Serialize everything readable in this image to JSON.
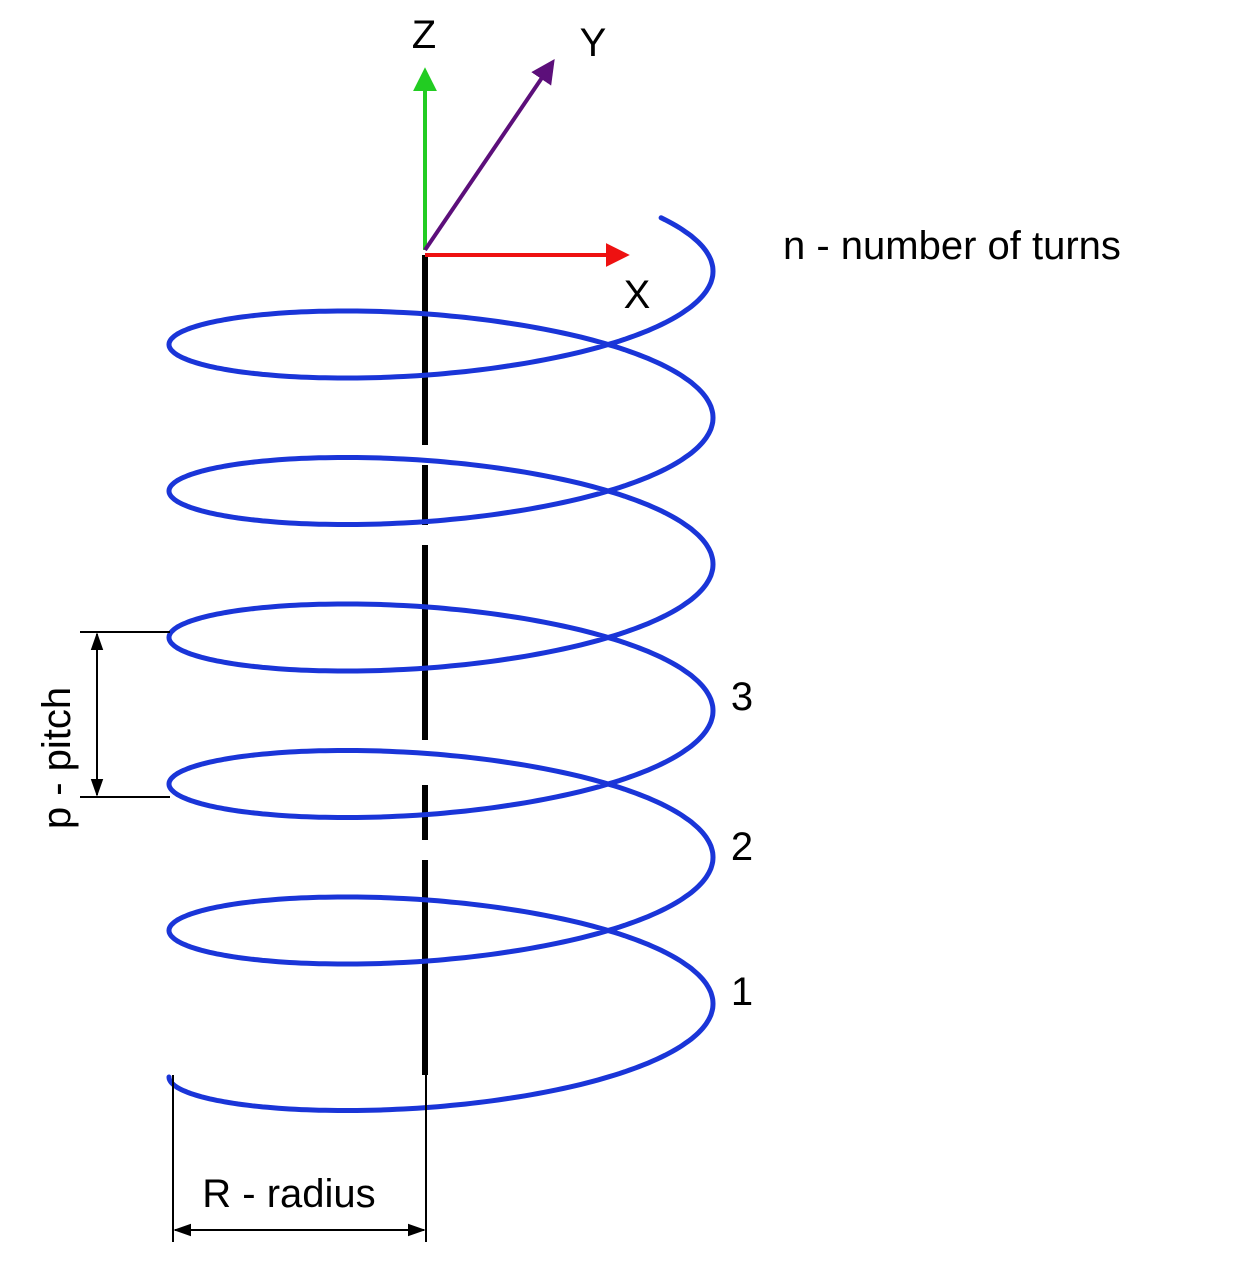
{
  "axes": {
    "z_label": "Z",
    "y_label": "Y",
    "x_label": "X",
    "colors": {
      "z": "#22cc22",
      "y": "#5c0f7a",
      "x": "#ee1111"
    }
  },
  "helix": {
    "color": "#1a35d8",
    "axis_color": "#000000"
  },
  "labels": {
    "turns_legend": "n - number of turns",
    "pitch": "p - pitch",
    "radius": "R - radius",
    "turn_numbers": [
      "1",
      "2",
      "3"
    ]
  }
}
